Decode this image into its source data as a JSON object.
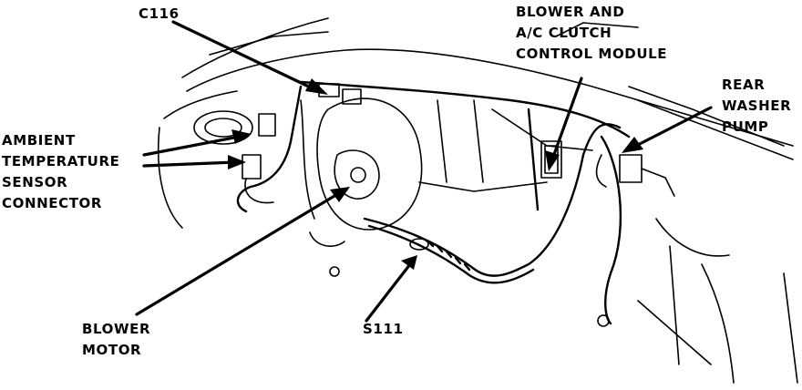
{
  "labels": {
    "c116": "C116",
    "blower_module": [
      "BLOWER AND",
      "A/C CLUTCH",
      "CONTROL MODULE"
    ],
    "rear_washer_pump": [
      "REAR",
      "WASHER",
      "PUMP"
    ],
    "ambient_sensor": [
      "AMBIENT",
      "TEMPERATURE",
      "SENSOR",
      "CONNECTOR"
    ],
    "blower_motor": [
      "BLOWER",
      "MOTOR"
    ],
    "s111": "S111"
  },
  "colors": {
    "ink": "#000000",
    "background": "#ffffff"
  }
}
